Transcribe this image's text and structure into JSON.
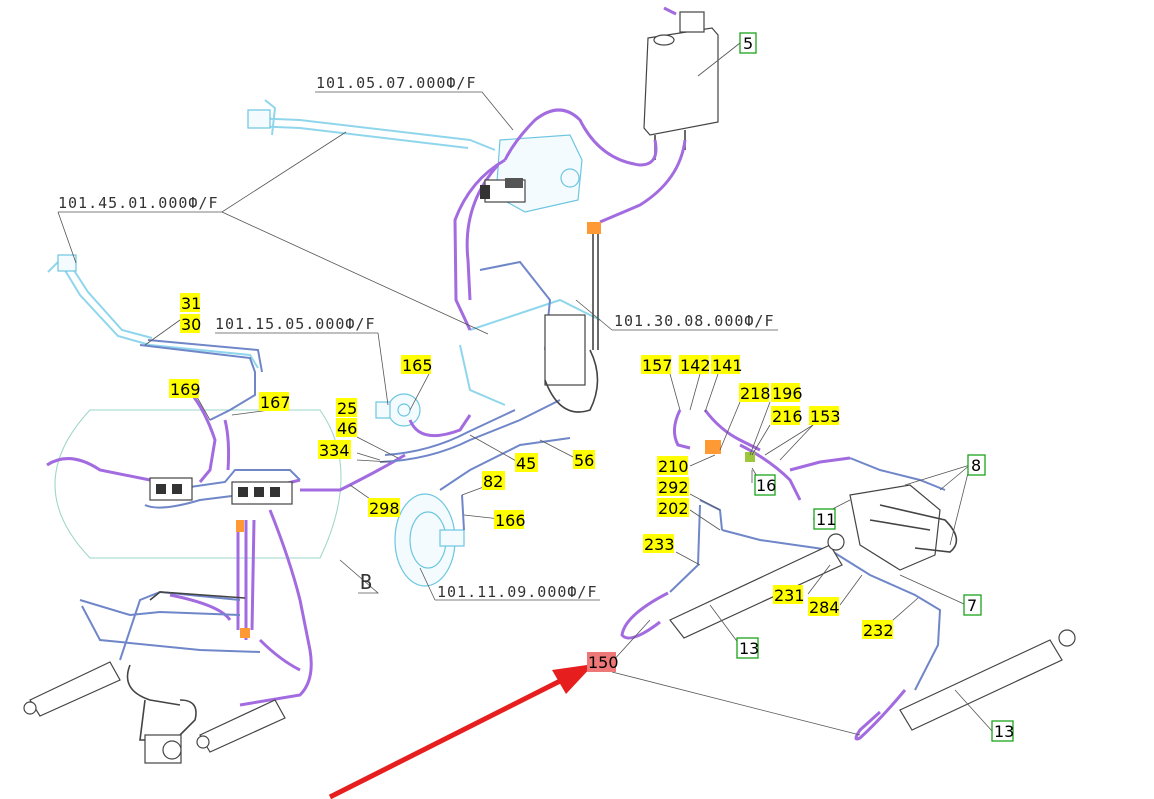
{
  "reference_labels": [
    "101.05.07.000Ф/F",
    "101.45.01.000Ф/F",
    "101.15.05.000Ф/F",
    "101.30.08.000Ф/F",
    "101.11.09.000Ф/F"
  ],
  "section_label": "B",
  "yellow_labels": [
    "31",
    "30",
    "169",
    "167",
    "165",
    "25",
    "46",
    "334",
    "298",
    "82",
    "45",
    "56",
    "166",
    "157",
    "142",
    "141",
    "218",
    "196",
    "216",
    "153",
    "210",
    "292",
    "202",
    "233",
    "231",
    "284",
    "232"
  ],
  "green_labels": [
    "5",
    "8",
    "16",
    "11",
    "7",
    "13",
    "13"
  ],
  "red_labels": [
    "150"
  ],
  "colors": {
    "label_yellow": "#ffff00",
    "label_green_border": "#1aa31a",
    "label_red": "#ee7777",
    "arrow": "#e61e1e",
    "pipe_cyan": "#8fd6ec",
    "pipe_purple": "#a36be0",
    "pipe_blue": "#6f86c9"
  }
}
